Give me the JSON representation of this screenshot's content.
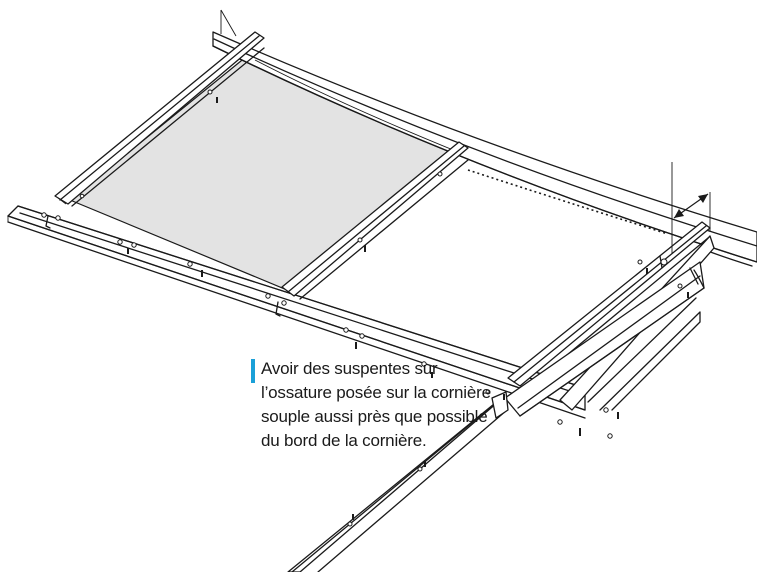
{
  "caption": {
    "lines": [
      "Avoir des suspentes sur",
      "l’ossature posée sur la cornière",
      "souple aussi près que possible",
      "du bord de la cornière."
    ],
    "accent_color": "#1aa0d8"
  },
  "colors": {
    "stroke": "#1a1a1a",
    "panel_fill": "#e3e3e3",
    "background": "#ffffff"
  }
}
